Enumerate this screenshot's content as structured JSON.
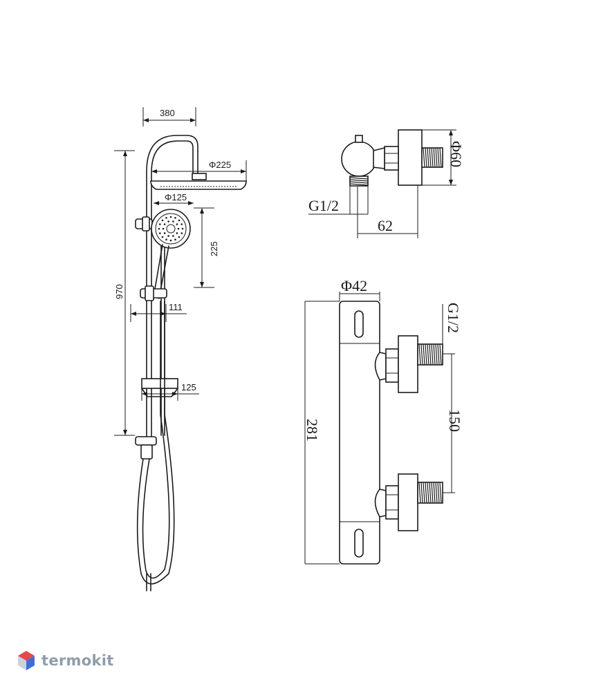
{
  "shower_set": {
    "dimensions": {
      "arm_reach": "380",
      "head_diameter": "Φ225",
      "hand_shower_diameter": "Φ125",
      "hand_shower_length": "225",
      "total_height": "970",
      "bracket_offset": "111",
      "holder_width": "125"
    }
  },
  "mixer_top_view": {
    "dimensions": {
      "diameter": "Φ60",
      "thread": "G1/2",
      "depth": "62"
    }
  },
  "mixer_front_view": {
    "dimensions": {
      "body_diameter": "Φ42",
      "thread": "G1/2",
      "inlet_spacing": "150",
      "body_length": "281"
    }
  },
  "logo": {
    "text": "termokit",
    "colors": {
      "top": "#e5484d",
      "side": "#3e6fd8",
      "base": "#c9d3de"
    }
  }
}
